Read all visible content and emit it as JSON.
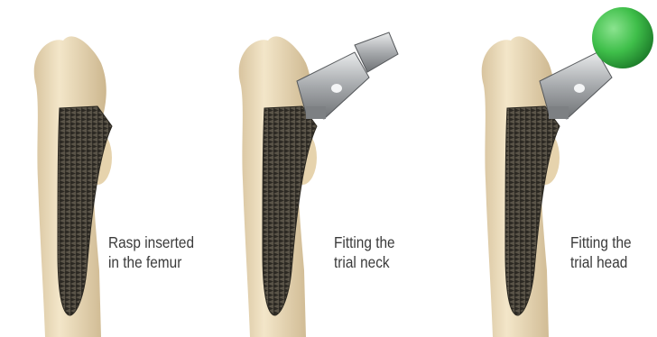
{
  "panels": [
    {
      "line1": "Rasp inserted",
      "line2": "in the femur",
      "stage": "rasp"
    },
    {
      "line1": "Fitting the",
      "line2": "trial neck",
      "stage": "trial-neck"
    },
    {
      "line1": "Fitting the",
      "line2": "trial head",
      "stage": "trial-head"
    }
  ],
  "colors": {
    "background": "#ffffff",
    "bone": "#ead9b7",
    "bone_shadow": "#cdb78f",
    "rasp": "#4a463d",
    "metal": "#b9bcbe",
    "trial_head": "#3fbf4a",
    "caption_text": "#3a3a3a"
  }
}
